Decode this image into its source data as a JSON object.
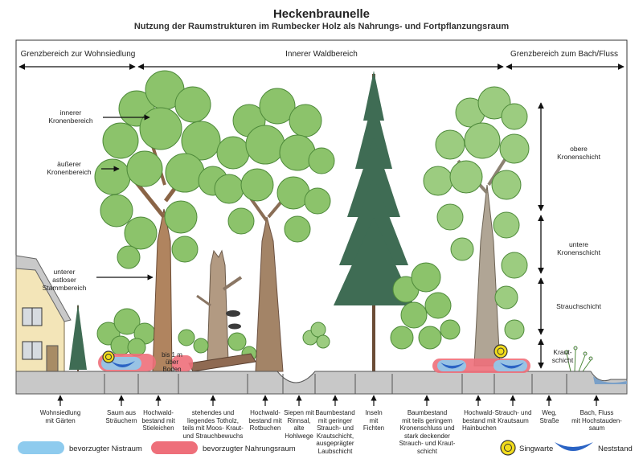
{
  "header": {
    "title": "Heckenbraunelle",
    "subtitle": "Nutzung der Raumstrukturen im Rumbecker Holz als Nahrungs- und Fortpflanzungsraum"
  },
  "zones": {
    "left": "Grenzbereich zur Wohnsiedlung",
    "center": "Innerer Waldbereich",
    "right": "Grenzbereich zum Bach/Fluss"
  },
  "tree_parts": {
    "inner_crown": [
      "innerer",
      "Kronenbereich"
    ],
    "outer_crown": [
      "äußerer",
      "Kronenbereich"
    ],
    "lower_trunk": [
      "unterer",
      "astloser",
      "Stammbereich"
    ]
  },
  "layers": {
    "upper_crown": [
      "obere",
      "Kronenschicht"
    ],
    "lower_crown": [
      "untere",
      "Kronenschicht"
    ],
    "shrub": [
      "Strauchschicht"
    ],
    "herb": [
      "Kraut-",
      "schicht"
    ]
  },
  "ground_note": [
    "bis 1 m",
    "über",
    "Boden"
  ],
  "habitats": [
    [
      "Wohnsiedlung",
      "mit Gärten"
    ],
    [
      "Saum aus",
      "Sträuchern"
    ],
    [
      "Hochwald-",
      "bestand mit",
      "Stieleichen"
    ],
    [
      "stehendes und",
      "liegendes Totholz,",
      "teils mit Moos- Kraut-",
      "und Strauchbewuchs"
    ],
    [
      "Hochwald-",
      "bestand mit",
      "Rotbuchen"
    ],
    [
      "Siepen mit",
      "Rinnsal, alte",
      "Hohlwege"
    ],
    [
      "Baumbestand",
      "mit geringer",
      "Strauch- und",
      "Krautschicht,",
      "ausgeprägter",
      "Laubschicht"
    ],
    [
      "Inseln",
      "mit",
      "Fichten"
    ],
    [
      "Baumbestand",
      "mit teils geringem",
      "Kronenschluss und",
      "stark deckender",
      "Strauch- und Kraut-",
      "schicht"
    ],
    [
      "Hochwald-",
      "bestand mit",
      "Hainbuchen"
    ],
    [
      "Strauch- und",
      "Krautsaum"
    ],
    [
      "Weg,",
      "Straße"
    ],
    [
      "Bach, Fluss",
      "mit Hochstauden-",
      "saum"
    ]
  ],
  "legend": {
    "nest": "bevorzugter Nistraum",
    "food": "bevorzugter Nahrungsraum",
    "song": "Singwarte",
    "neststand": "Neststand"
  },
  "colors": {
    "nest": "#8ecbee",
    "food": "#ee6f7a",
    "song": "#f2dc1c",
    "neststand": "#2a63c4",
    "ground": "#c8c8c8",
    "foliage": "#8cc36b",
    "foliage_dark": "#4e8a3a",
    "trunk": "#9a7456",
    "spruce": "#3f6c54"
  }
}
